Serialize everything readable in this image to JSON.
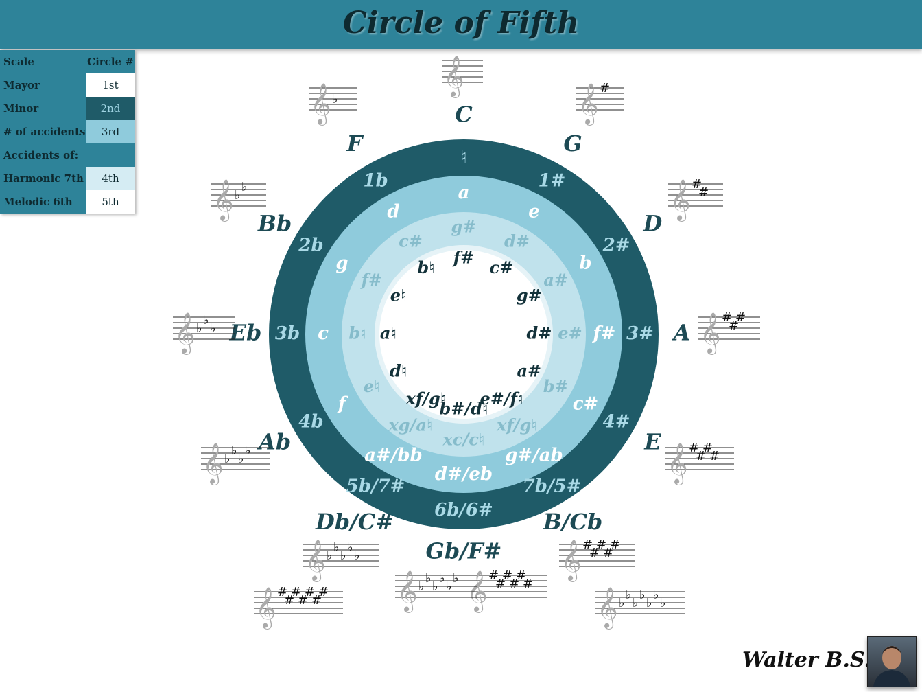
{
  "title": "Circle of Fifth",
  "legend": {
    "header": {
      "label": "Scale",
      "value": "Circle #"
    },
    "rows": [
      {
        "label": "Mayor",
        "value": "1st",
        "color": "#ffffff"
      },
      {
        "label": "Minor",
        "value": "2nd",
        "color": "#1f5b68"
      },
      {
        "label": "# of accidents",
        "value": "3rd",
        "color": "#8fcbdc"
      },
      {
        "label": "Accidents of:",
        "value": "",
        "color": "#2e8399"
      },
      {
        "label": "Harmonic 7th",
        "value": "4th",
        "color": "#d5ecf3"
      },
      {
        "label": "Melodic 6th",
        "value": "5th",
        "color": "#ffffff"
      }
    ]
  },
  "ring_colors": {
    "ring1": "#1f5b68",
    "ring2": "#8fcbdc",
    "ring3": "#c0e2ec",
    "ring4": "#e6f3f7",
    "center": "#ffffff",
    "header": "#2e8399"
  },
  "majors": [
    "C",
    "G",
    "D",
    "A",
    "E",
    "B/Cb",
    "Gb/F#",
    "Db/C#",
    "Ab",
    "Eb",
    "Bb",
    "F"
  ],
  "accidentals": [
    "♮",
    "1#",
    "2#",
    "3#",
    "4#",
    "7b/5#",
    "6b/6#",
    "5b/7#",
    "4b",
    "3b",
    "2b",
    "1b"
  ],
  "minors": [
    "a",
    "e",
    "b",
    "f#",
    "c#",
    "g#/ab",
    "d#/eb",
    "a#/bb",
    "f",
    "c",
    "g",
    "d"
  ],
  "accidents_of": [
    "g#",
    "d#",
    "a#",
    "e#",
    "b#",
    "xf/g♮",
    "xc/c♮",
    "xg/a♮",
    "e♮",
    "b♮",
    "f#",
    "c#"
  ],
  "harmonic": [
    "f#",
    "c#",
    "g#",
    "d#",
    "a#",
    "e#/f♮",
    "b#/d♮",
    "xf/g♮",
    "d♮",
    "a♮",
    "e♮",
    "b♮"
  ],
  "staves": [
    {
      "name": "C",
      "acc": "",
      "count": 0
    },
    {
      "name": "G",
      "acc": "#",
      "count": 1
    },
    {
      "name": "D",
      "acc": "#",
      "count": 2
    },
    {
      "name": "A",
      "acc": "#",
      "count": 3
    },
    {
      "name": "E",
      "acc": "#",
      "count": 4
    },
    {
      "name": "B",
      "acc": "#",
      "count": 5
    },
    {
      "name": "Cb",
      "acc": "♭",
      "count": 7
    },
    {
      "name": "F#",
      "acc": "#",
      "count": 6
    },
    {
      "name": "Gb",
      "acc": "♭",
      "count": 6
    },
    {
      "name": "Db",
      "acc": "♭",
      "count": 5
    },
    {
      "name": "C#",
      "acc": "#",
      "count": 7
    },
    {
      "name": "Ab",
      "acc": "♭",
      "count": 4
    },
    {
      "name": "Eb",
      "acc": "♭",
      "count": 3
    },
    {
      "name": "Bb",
      "acc": "♭",
      "count": 2
    },
    {
      "name": "F",
      "acc": "♭",
      "count": 1
    }
  ],
  "author": "Walter B.S."
}
